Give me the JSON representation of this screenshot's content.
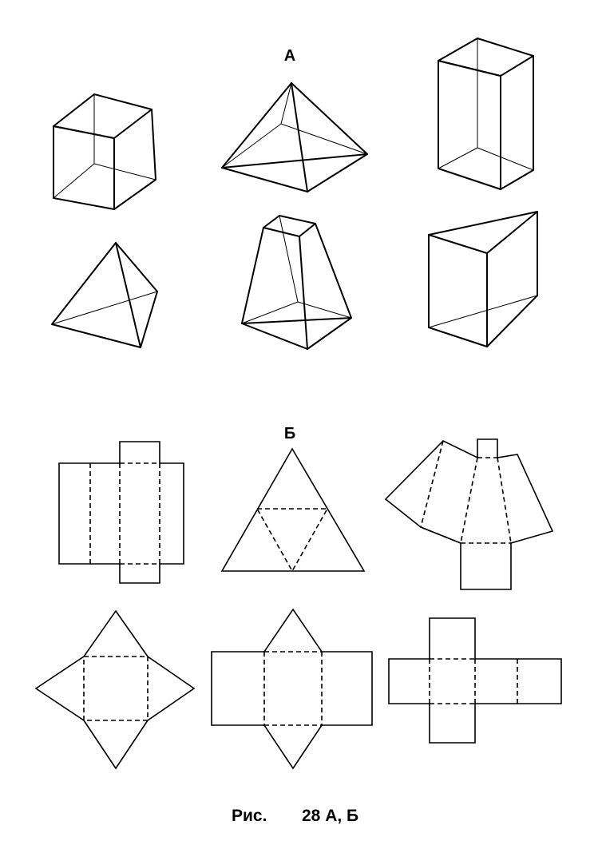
{
  "section_a_label": "А",
  "section_b_label": "Б",
  "caption": {
    "prefix": "Рис.",
    "number": "28 А, Б"
  }
}
